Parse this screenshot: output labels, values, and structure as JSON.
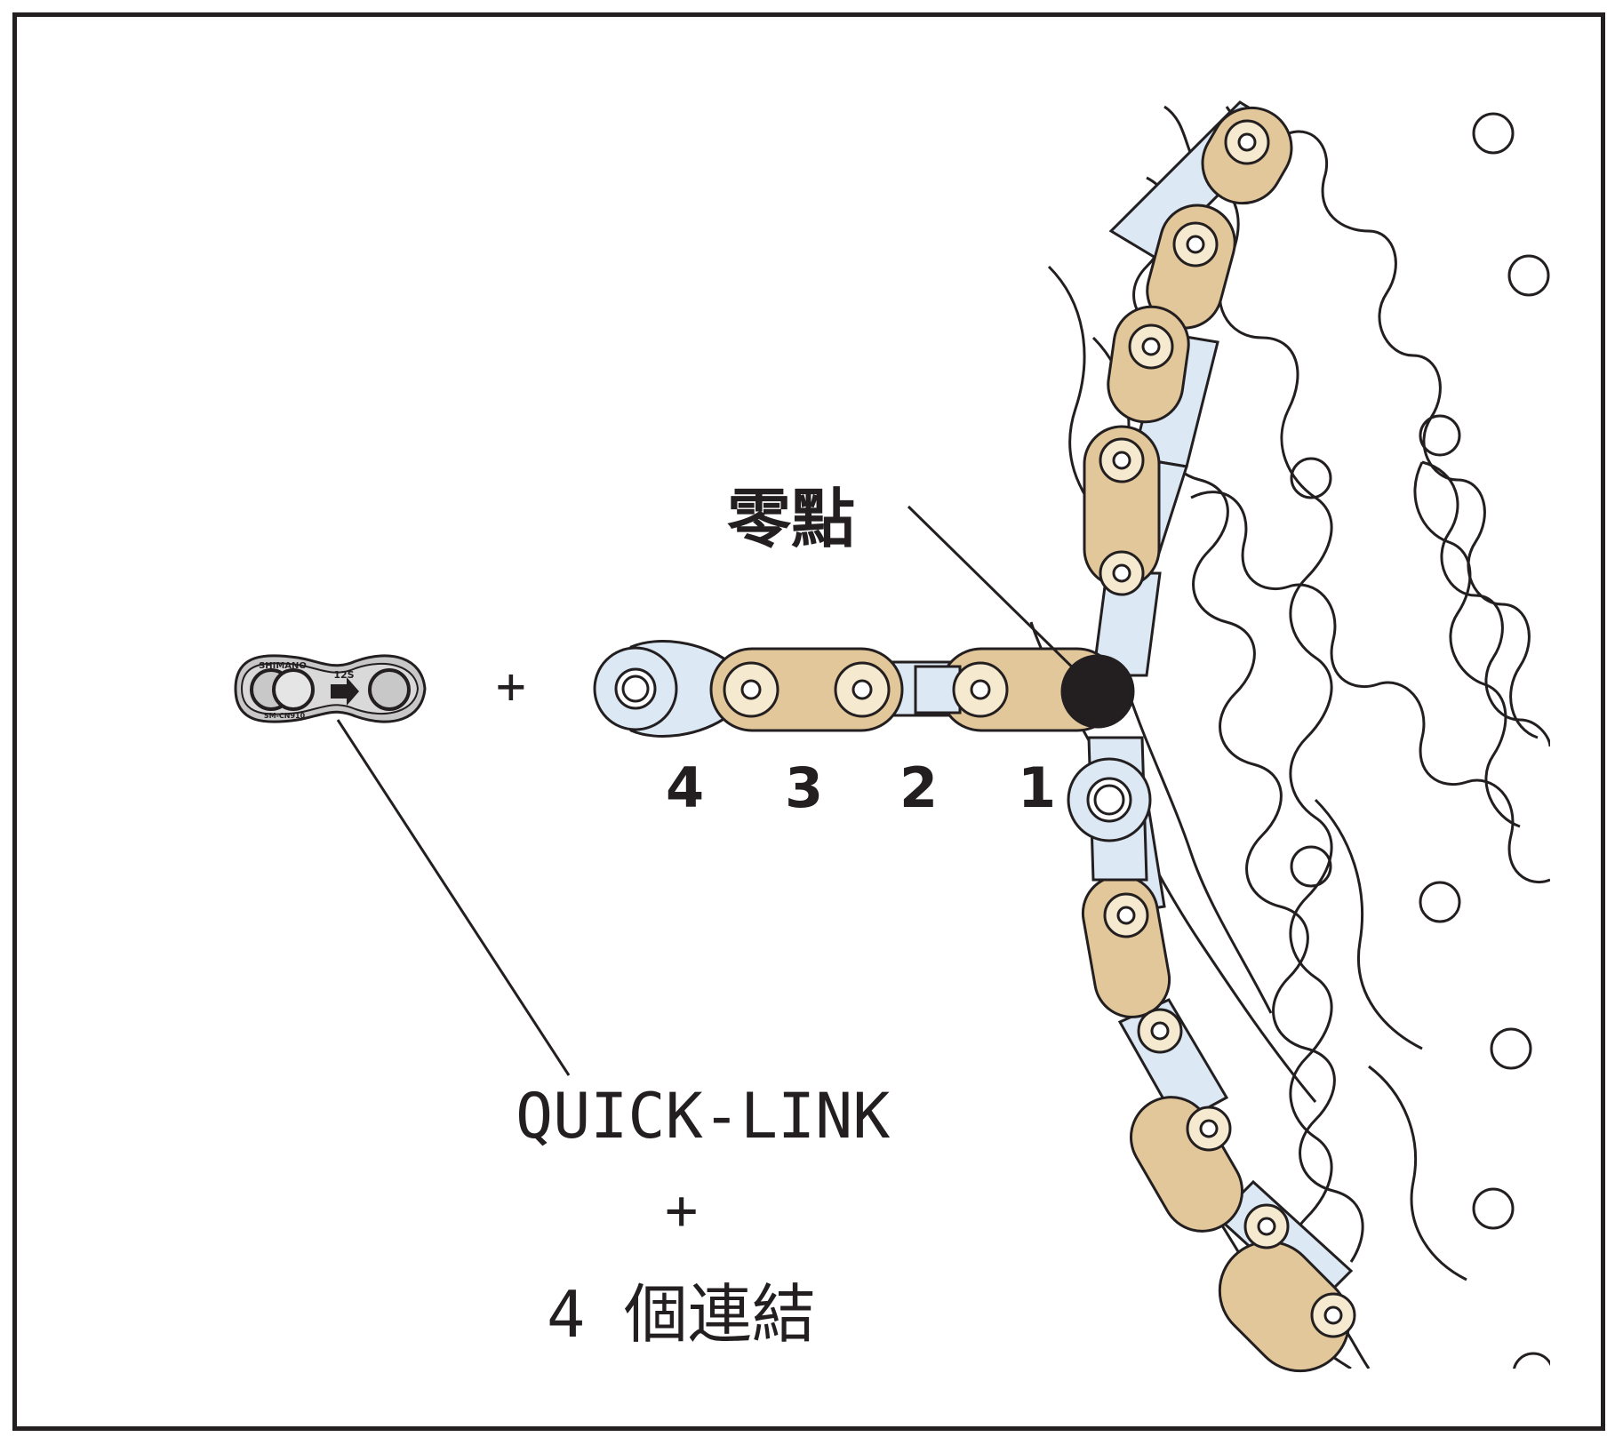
{
  "labels": {
    "zero_point": "零點",
    "quick_link": "QUICK-LINK",
    "plus_between": "+",
    "plus_caption": "+",
    "four_links": "4 個連結"
  },
  "link_numbers": [
    "4",
    "3",
    "2",
    "1"
  ],
  "quick_link_part": {
    "brand": "SHIMANO",
    "speed": "12S",
    "model": "SM-CN910"
  },
  "colors": {
    "outline": "#231f20",
    "gold_link": "#e2c79a",
    "silver_link": "#dce8f4",
    "quick_link": "#c8c8c8",
    "background": "#ffffff"
  }
}
